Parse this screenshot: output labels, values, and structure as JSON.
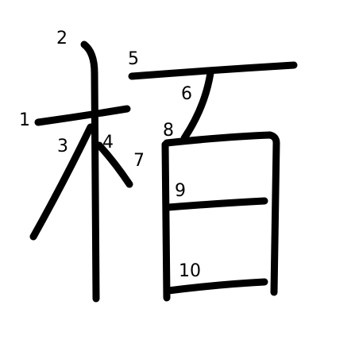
{
  "diagram": {
    "stroke_color": "#000000",
    "background_color": "#ffffff",
    "stroke_numbers": [
      "1",
      "2",
      "3",
      "4",
      "5",
      "6",
      "7",
      "8",
      "9",
      "10"
    ]
  }
}
